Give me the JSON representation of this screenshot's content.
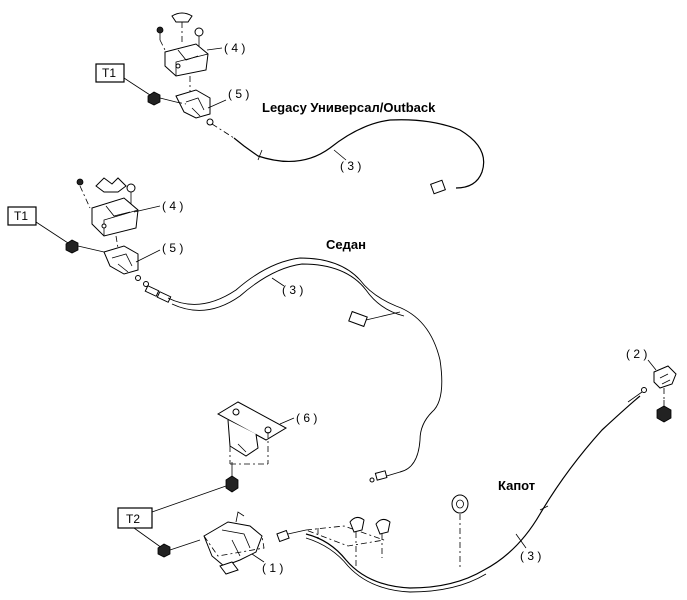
{
  "sections": {
    "wagon_title": "Legacy Универсал/Outback",
    "sedan_title": "Седан",
    "hood_title": "Капот"
  },
  "callouts": {
    "c1": "( 1 )",
    "c2": "( 2 )",
    "c3a": "( 3 )",
    "c3b": "( 3 )",
    "c3c": "( 3 )",
    "c4a": "( 4 )",
    "c4b": "( 4 )",
    "c5a": "( 5 )",
    "c5b": "( 5 )",
    "c6": "( 6 )"
  },
  "torque_labels": {
    "t1a": "T1",
    "t1b": "T1",
    "t2": "T2"
  }
}
